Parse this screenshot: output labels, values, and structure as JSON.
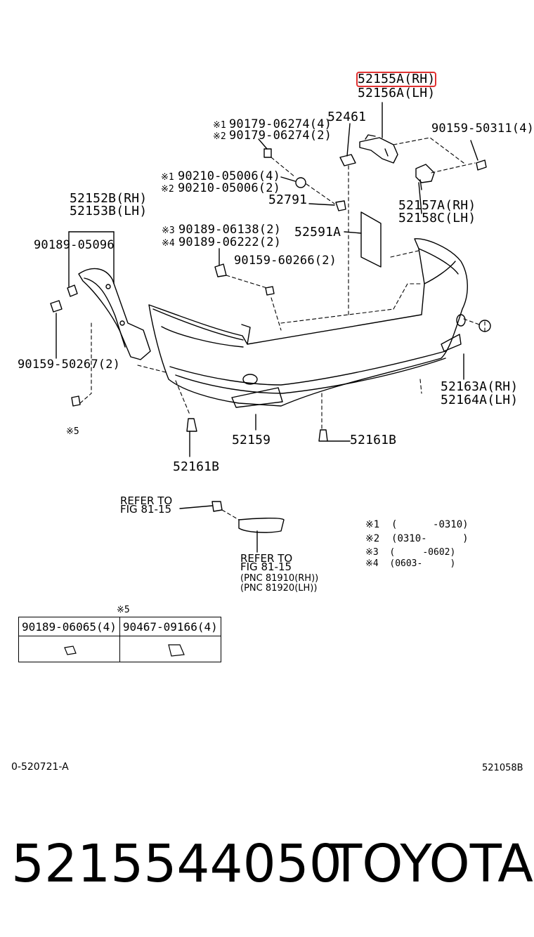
{
  "labels": {
    "l_52155A": "52155A(RH)",
    "l_52156A": "52156A(LH)",
    "l_52461": "52461",
    "l_90159_50311": "90159-50311(4)",
    "l_90179a": "90179-06274(4)",
    "l_90179b": "90179-06274(2)",
    "l_90210a": "90210-05006(4)",
    "l_90210b": "90210-05006(2)",
    "l_52791": "52791",
    "l_52152B": "52152B(RH)",
    "l_52153B": "52153B(LH)",
    "l_52157A": "52157A(RH)",
    "l_52158C": "52158C(LH)",
    "l_90189_05096": "90189-05096",
    "l_90189_06138": "90189-06138(2)",
    "l_90189_06222": "90189-06222(2)",
    "l_52591A": "52591A",
    "l_90159_60266": "90159-60266(2)",
    "l_90159_50267": "90159-50267(2)",
    "l_52163A": "52163A(RH)",
    "l_52164A": "52164A(LH)",
    "l_52159": "52159",
    "l_52161B_right": "52161B",
    "l_52161B_left": "52161B",
    "refer1_line1": "REFER TO",
    "refer1_line2": "FIG 81-15",
    "refer2_line1": "REFER TO",
    "refer2_line2": "FIG 81-15",
    "pnc1": "(PNC 81910(RH))",
    "pnc2": "(PNC 81920(LH))"
  },
  "marks": {
    "m1": "※1",
    "m2": "※2",
    "m3": "※3",
    "m4": "※4",
    "m5": "※5",
    "m5_table": "※5"
  },
  "notes": {
    "n1": "※1  (      -0310)",
    "n2": "※2  (0310-      )",
    "n3": "※3  (     -0602)",
    "n4": "※4  (0603-     )"
  },
  "table": {
    "col1": "90189-06065(4)",
    "col2": "90467-09166(4)"
  },
  "footer": {
    "left": "0-520721-A",
    "right": "521058B"
  },
  "bottom": {
    "part_number": "5215544050",
    "brand": "TOYOTA"
  },
  "colors": {
    "highlight": "#e03030",
    "ink": "#000000"
  }
}
